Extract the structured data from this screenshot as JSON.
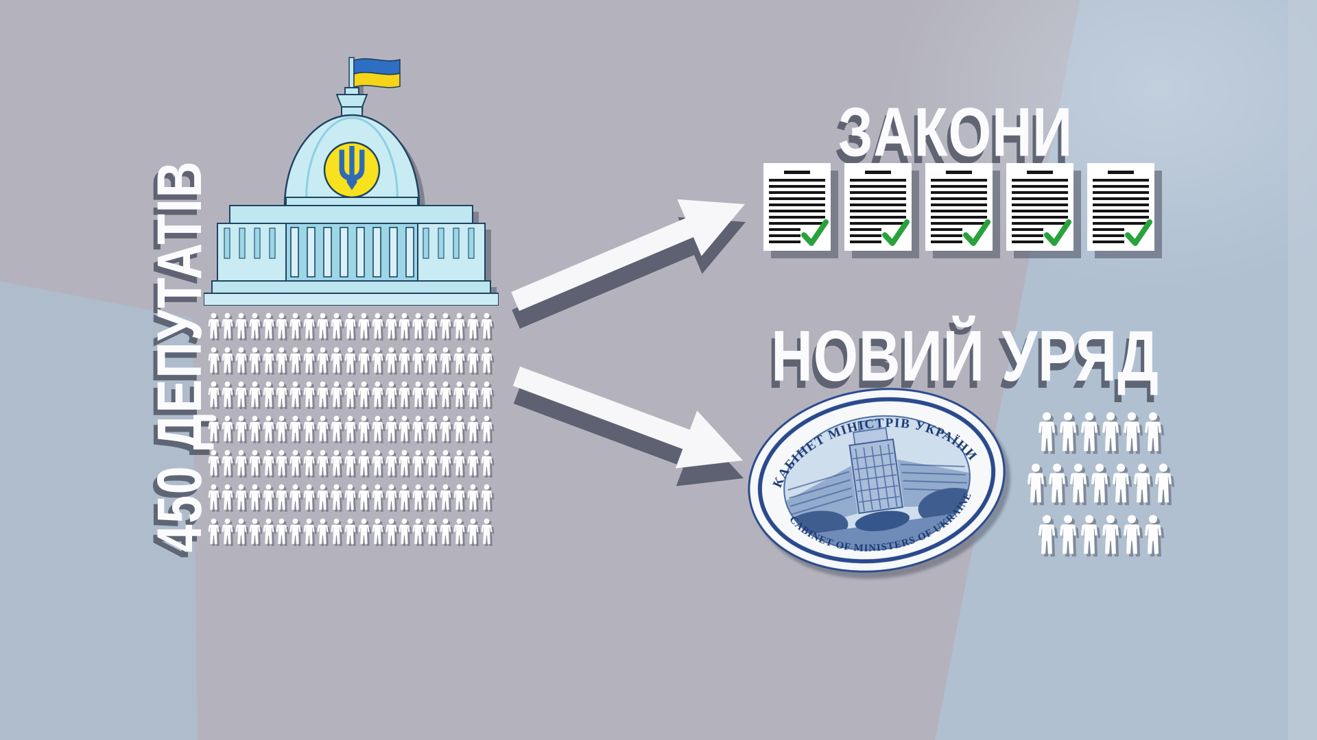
{
  "parliament": {
    "label": "450 ДЕПУТАТІВ",
    "deputy_grid": {
      "rows": 7,
      "cols": 21
    },
    "building": "Verkhovna Rada",
    "flag_blue": "#2e6fc3",
    "flag_yellow": "#f6d41a",
    "emblem_yellow": "#f8e11e",
    "trident_blue": "#2f6bb5",
    "building_fill": "#c8ebf4"
  },
  "laws": {
    "title": "ЗАКОНИ",
    "document_count": 5,
    "lines_per_document": 8,
    "short_lines": 3,
    "check_color": "#2aa23c"
  },
  "government": {
    "title": "НОВИЙ УРЯД",
    "seal_text_top": "КАБІНЕТ МІНІСТРІВ УКРАЇНИ",
    "seal_text_bottom": "CABINET OF MINISTERS OF UKRAINE",
    "minister_rows": [
      6,
      7,
      6
    ]
  },
  "colors": {
    "background": "#b4b3bd",
    "background_left": "#aebccb",
    "background_right": "#b0c0d1",
    "icon_white": "#fdfdfe",
    "shadow": "#4d5262",
    "seal_navy": "#2a4a8c"
  }
}
